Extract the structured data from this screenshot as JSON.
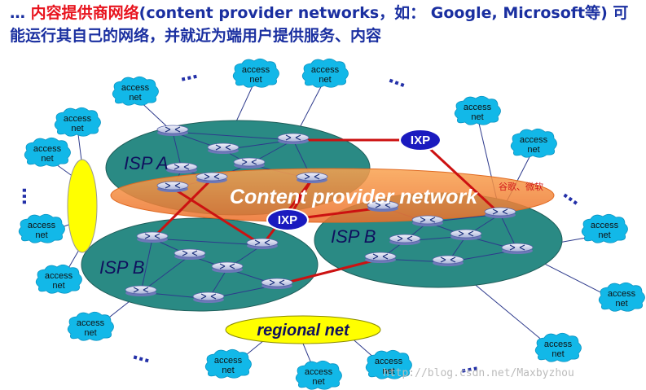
{
  "title": {
    "prefix": "… ",
    "highlight": "内容提供商网络",
    "rest": "(content provider networks，如： Google, Microsoft等) 可能运行其自己的网络，并就近为端用户提供服务、内容"
  },
  "diagram": {
    "cdn_label": "Content provider network",
    "cdn_note": "谷歌、微软",
    "isp_labels": [
      "ISP A",
      "ISP B",
      "ISP B"
    ],
    "ixp_label": "IXP",
    "regional_label": "regional net",
    "access_line1": "access",
    "access_line2": "net",
    "ellipsis": "…",
    "colors": {
      "title_blue": "#1a2fa0",
      "title_red": "#e8141e",
      "isp_fill": "#2a8a84",
      "cdn_fill": "#f5853a",
      "cloud_fill": "#12b8e8",
      "ixp_fill": "#1a1abf",
      "regional_fill": "#ffff00",
      "link_red": "#cc1111",
      "link_blue": "#2d3a8c"
    }
  },
  "watermark": "http://blog.csdn.net/Maxbyzhou"
}
